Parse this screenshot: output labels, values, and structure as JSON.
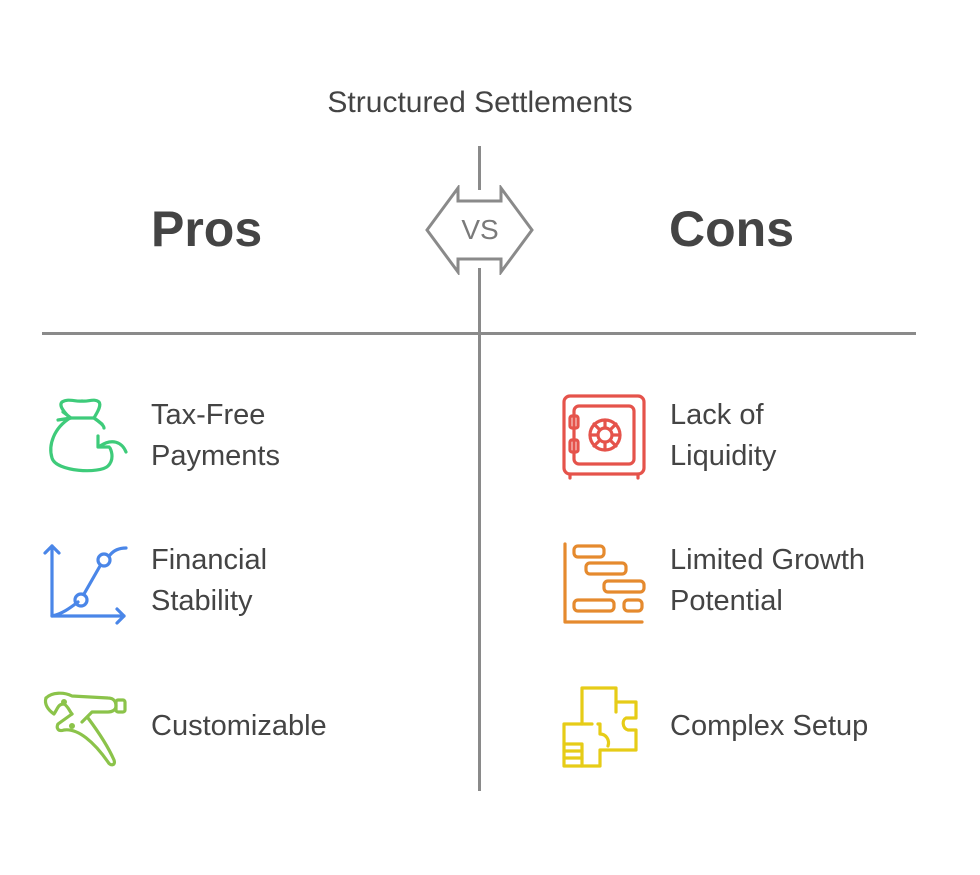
{
  "title": "Structured Settlements",
  "vs_label": "VS",
  "colors": {
    "text": "#444444",
    "divider": "#8a8a8a",
    "green": "#3ecb7a",
    "blue": "#4a86e8",
    "lime": "#8bc34a",
    "red": "#e5534b",
    "orange": "#e58a2e",
    "yellow": "#e6cc17"
  },
  "pros": {
    "heading": "Pros",
    "items": [
      {
        "line1": "Tax-Free",
        "line2": "Payments",
        "icon": "money-bag-return-icon",
        "color": "#3ecb7a"
      },
      {
        "line1": "Financial",
        "line2": "Stability",
        "icon": "line-graph-icon",
        "color": "#4a86e8"
      },
      {
        "line1": "Customizable",
        "line2": "",
        "icon": "locking-pliers-icon",
        "color": "#8bc34a"
      }
    ]
  },
  "cons": {
    "heading": "Cons",
    "items": [
      {
        "line1": "Lack of",
        "line2": "Liquidity",
        "icon": "safe-vault-icon",
        "color": "#e5534b"
      },
      {
        "line1": "Limited Growth",
        "line2": "Potential",
        "icon": "gantt-chart-icon",
        "color": "#e58a2e"
      },
      {
        "line1": "Complex Setup",
        "line2": "",
        "icon": "floor-plan-icon",
        "color": "#e6cc17"
      }
    ]
  }
}
